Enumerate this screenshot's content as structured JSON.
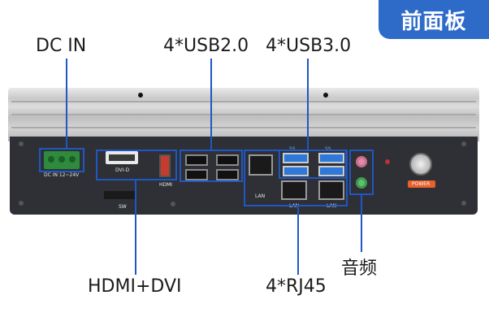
{
  "badge": {
    "text": "前面板"
  },
  "labels": {
    "dc_in": "DC IN",
    "usb2": "4*USB2.0",
    "usb3": "4*USB3.0",
    "hdmi_dvi": "HDMI+DVI",
    "rj45": "4*RJ45",
    "audio": "音频"
  },
  "panel_text": {
    "dc_in_rating": "DC IN 12~24V",
    "dvi": "DVI-D",
    "hdmi": "HDMI",
    "sw": "SW",
    "lan1": "LAN",
    "lan_a": "LAN",
    "lan_b": "LAN",
    "power": "POWER",
    "ss1": "SS",
    "ss2": "SS"
  },
  "colors": {
    "accent": "#2e6bc9",
    "callout": "#1f57c4",
    "terminal_green": "#2e8b3d",
    "usb3_blue": "#2d78d8",
    "audio_pink": "#e08aa6",
    "audio_green": "#5fbf6e",
    "power_orange": "#e8602c"
  }
}
